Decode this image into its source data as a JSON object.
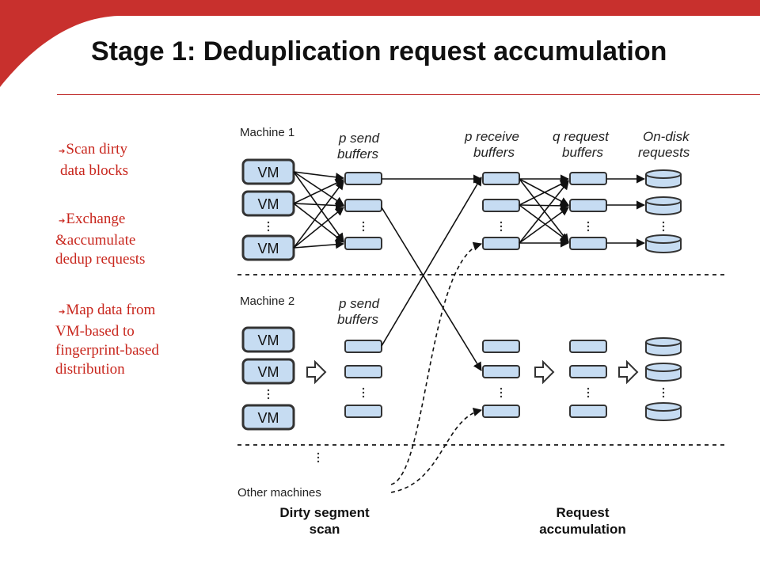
{
  "title": "Stage 1: Deduplication request accumulation",
  "colors": {
    "accent": "#c8261d",
    "box_fill": "#c6dcf2",
    "box_stroke": "#333333"
  },
  "bullets": [
    {
      "icon": "arrow-icon",
      "lines": [
        "Scan dirty",
        "data blocks"
      ]
    },
    {
      "icon": "arrow-icon",
      "lines": [
        "Exchange",
        "&accumulate",
        "dedup requests"
      ]
    },
    {
      "icon": "arrow-icon",
      "lines": [
        "Map data from",
        "VM-based to",
        "fingerprint-based",
        "distribution"
      ]
    }
  ],
  "diagram": {
    "machine1": "Machine 1",
    "machine2": "Machine 2",
    "other_machines": "Other machines",
    "vm": "VM",
    "send_buffers": [
      "p send",
      "buffers"
    ],
    "receive_buffers": [
      "p receive",
      "buffers"
    ],
    "request_buffers": [
      "q request",
      "buffers"
    ],
    "ondisk_requests": [
      "On-disk",
      "requests"
    ],
    "stage_scan": [
      "Dirty segment",
      "scan"
    ],
    "stage_accumulation": [
      "Request",
      "accumulation"
    ]
  }
}
